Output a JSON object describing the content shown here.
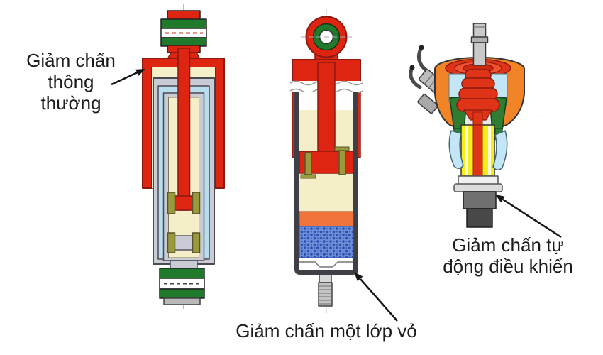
{
  "labels": {
    "conventional": {
      "line1": "Giảm chấn",
      "line2": "thông",
      "line3": "thường"
    },
    "mono_tube": {
      "text": "Giảm chấn một lớp vỏ"
    },
    "auto_controlled": {
      "line1": "Giảm chấn tự",
      "line2": "động điều khiển"
    }
  },
  "palette": {
    "red": "#dd2512",
    "dark_red": "#8a1a10",
    "cream": "#f4eec9",
    "green": "#1f7a2c",
    "light_blue": "#b9dcee",
    "sky_blue": "#c2e6f5",
    "orange_cap": "#f08427",
    "orange_band": "#f0743c",
    "gas_blue": "#6f8fd8",
    "gas_dot": "#2c51b0",
    "yellow": "#f6ee18",
    "olive": "#9a9a3c",
    "tube_gray": "#c9ccd4",
    "dark_gray": "#3f3f48",
    "text": "#1c1c1c",
    "background": "#ffffff"
  }
}
